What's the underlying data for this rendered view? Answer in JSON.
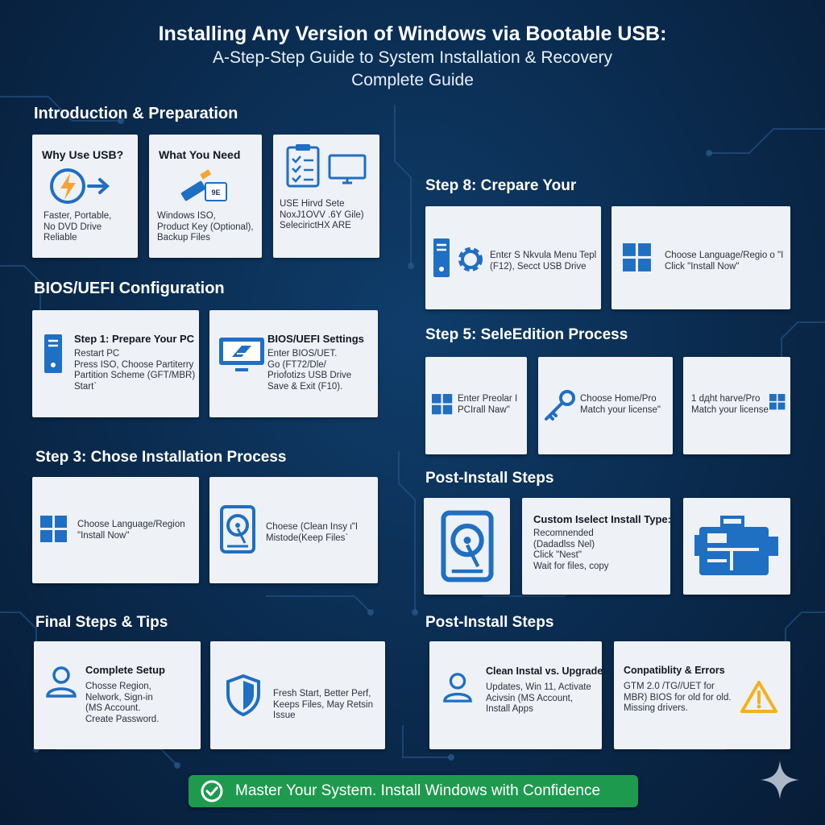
{
  "header": {
    "title": "Installing Any Version of Windows via Bootable USB:",
    "subtitle1": "A-Step-Step Guide to System Installation & Recovery",
    "subtitle2": "Complete Guide"
  },
  "sections": {
    "intro": "Introduction & Preparation",
    "bios": "BIOS/UEFI Configuration",
    "step3": "Step 3: Chose Installation Process",
    "final": "Final Steps & Tips",
    "step8": "Step 8: Crepare Your",
    "step5": "Step 5: SeleEdition Process",
    "post1": "Post-Install Steps",
    "post2": "Post-Install Steps"
  },
  "cards": {
    "why_usb": {
      "title": "Why Use USB?",
      "body": "Faster, Portable,\nNo DVD Drive\nReliable"
    },
    "what_need": {
      "title": "What You Need",
      "body": "Windows ISO,\nProduct Key (Optional),\nBackup Files",
      "usb_label": "9E"
    },
    "checklist": {
      "body": "USE Hirvd Sete\nNoxJ1OVV .6Y Gile)\nSelecirictHX ARE"
    },
    "prepare_pc": {
      "title": "Step 1: Prepare Your PC",
      "body": "Restart PC\nPress ISO, Choose Partiterry\nPartition Scheme (GFT/MBR)\nStart`"
    },
    "bios_settings": {
      "title": "BIOS/UEFI Settings",
      "body": "Enter BIOS/UET.\nGo (FT72/Dle/\nPriofotizs USB Drive\nSave & Exit (F10)."
    },
    "lang_region": {
      "body": "Choose Language/Region\n\"Install Now\""
    },
    "clean_install": {
      "body": "Choese (Clean Insy ι\"I\nMistode(Keep Files`"
    },
    "complete_setup": {
      "title": "Complete Setup",
      "body": "Chosse Region,\nNelwork, Sign-in\n(MS Account.\nCreate Password."
    },
    "fresh_start": {
      "body": "Fresh Start, Better Perf,\nKeeps Files, May Retsin Issue"
    },
    "boot_menu": {
      "body": "Entєr S Nkvula Menu Tepl\n(F12), Secct USB Drive"
    },
    "lang_region2": {
      "body": "Choose Language/Regio ο \"I\nClick \"Install Now\""
    },
    "enter_prod": {
      "body": "Enter Preolar I\nPCIrall Naw\""
    },
    "home_pro": {
      "body": "Choose Home/Pro\nMatch your license\""
    },
    "dont_have": {
      "body": "1 dдht harve/Pro\nMatch your license"
    },
    "custom_select": {
      "title": "Custom Iselect Install Type:",
      "body": "Recomnended\n(Dadadlss Nel)\nClick \"Nest\"\nWait for files, copy"
    },
    "clean_upgrade": {
      "title": "Clean Instal vs. Upgrade",
      "body": "Updates, Win 11, Activate\nAcivsin (MS Account,\nInstall Apps"
    },
    "compat": {
      "title": "Conpatiblity & Errors",
      "body": "GTM 2.0 /TG//UET for\nMBR) BIOS for old for old.\nMissing drivers."
    }
  },
  "footer": {
    "text": "Master Your System. Install Windows with Confidence"
  },
  "icons": {
    "why_usb": "lightning-arrow-icon",
    "what_need": "usb-drive-icon",
    "checklist": "clipboard-monitor-icon",
    "prepare_pc": "pc-tower-icon",
    "bios_settings": "monitor-settings-icon",
    "lang_region": "windows-logo-icon",
    "clean_install": "hard-drive-icon",
    "complete_setup": "user-icon",
    "fresh_start": "shield-icon",
    "boot_menu": "pc-gear-icon",
    "lang_region2": "windows-logo-icon",
    "enter_prod": "windows-logo-icon",
    "home_pro": "key-icon",
    "dont_have": "windows-logo-icon",
    "post_drive": "hard-drive-icon",
    "post_apps": "app-window-icon",
    "clean_upgrade": "user-icon",
    "compat": "warning-icon",
    "footer": "check-circle-icon",
    "corner": "sparkle-icon"
  },
  "colors": {
    "background": "#0a2a4d",
    "card": "#eef1f5",
    "icon_blue": "#1f6fc2",
    "accent_orange": "#f2a531",
    "warning_yellow": "#f2b21c",
    "footer_green": "#1e9a4f"
  }
}
